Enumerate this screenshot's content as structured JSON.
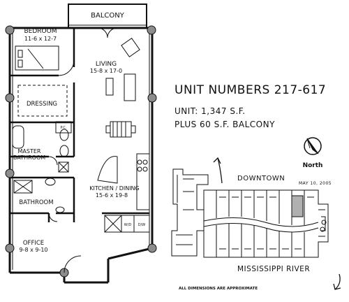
{
  "rooms": {
    "balcony": "BALCONY",
    "bedroom": "BEDROOM",
    "bedroom_dims": "11-6 x 12-7",
    "living": "LIVING",
    "living_dims": "15-8 x 17-0",
    "dressing": "DRESSING",
    "master_bath_1": "MASTER",
    "master_bath_2": "BATHROOM",
    "kitchen": "KITCHEN / DINING",
    "kitchen_dims": "15-6 x 19-8",
    "bathroom": "BATHROOM",
    "office": "OFFICE",
    "office_dims": "9-8 x 9-10"
  },
  "fixtures": {
    "pc": "P.C.",
    "wd": "W/D",
    "dw": "D/W"
  },
  "unit_info": {
    "title": "UNIT NUMBERS 217-617",
    "area": "UNIT: 1,347 S.F.",
    "balcony_area": "PLUS 60 S.F. BALCONY"
  },
  "compass": {
    "label": "North",
    "icon": "north-arrow-icon"
  },
  "site_plan": {
    "downtown": "DOWNTOWN",
    "date": "MAY 10, 2005",
    "river": "MISSISSIPPI RIVER",
    "highlight_color": "#b0b0b0"
  },
  "footnote": "ALL DIMENSIONS ARE APPROXIMATE"
}
